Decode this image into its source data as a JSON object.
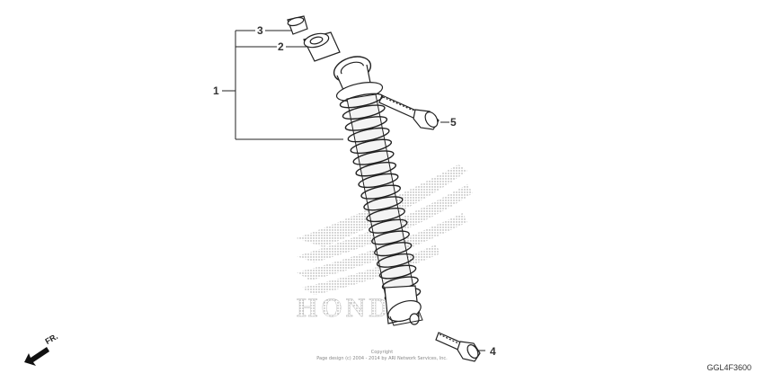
{
  "diagram": {
    "code": "GGL4F3600",
    "copyright_line1": "Copyright",
    "copyright_line2": "Page design (c) 2004 - 2014 by ARI Network Services, Inc.",
    "watermark": "HONDA",
    "front_label": "FR.",
    "callouts": [
      "1",
      "2",
      "3",
      "4",
      "5"
    ]
  }
}
